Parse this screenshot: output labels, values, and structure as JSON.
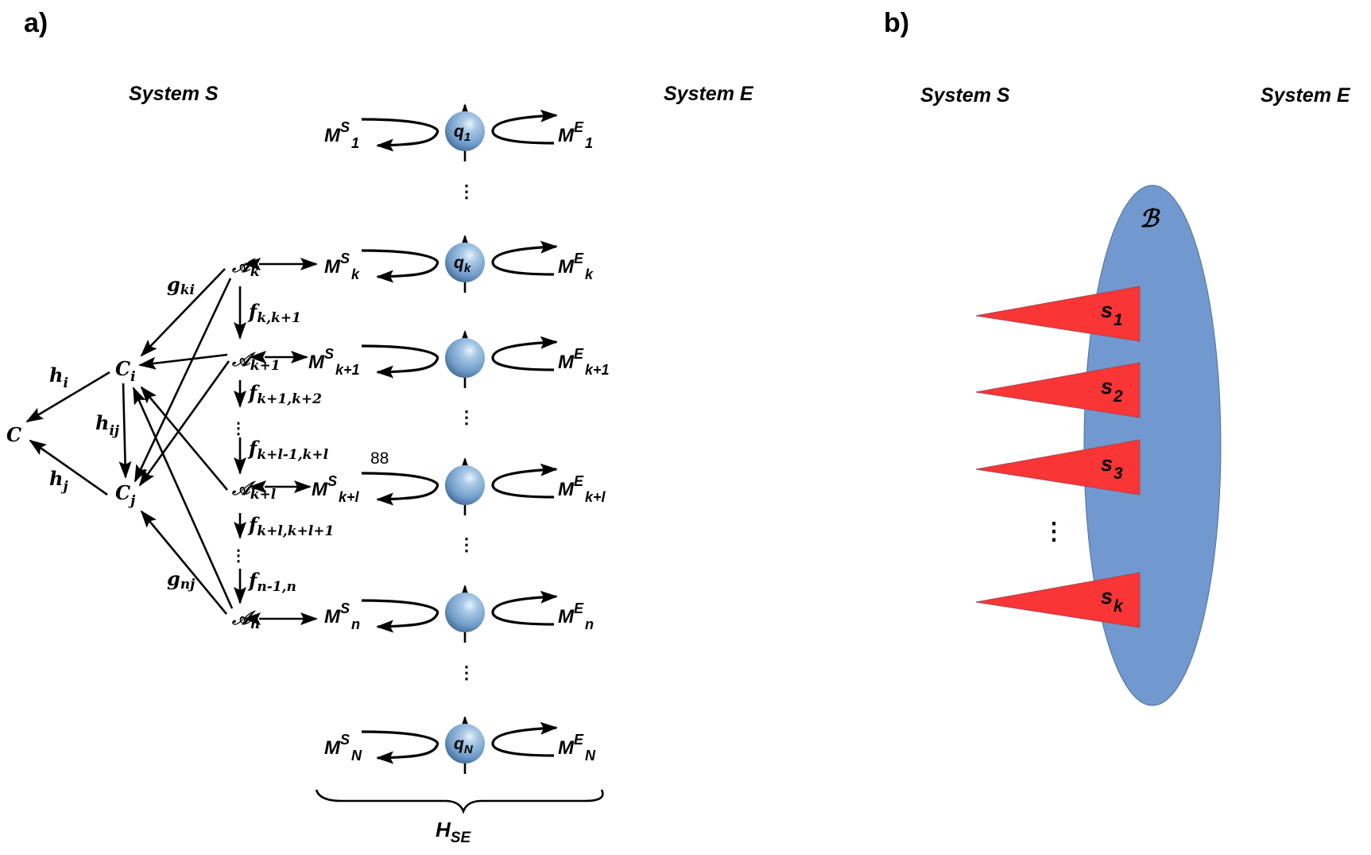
{
  "panel_a": {
    "label": "a)",
    "system_s_title": "System S",
    "system_e_title": "System E",
    "brace_label": {
      "main": "H",
      "sub": "SE"
    },
    "stray_text": "88",
    "vertical_ellipsis": "⋮",
    "qubits": [
      {
        "label_main": "q",
        "label_sub": "1",
        "ms_main": "M",
        "ms_sup": "S",
        "ms_sub": "1",
        "me_main": "M",
        "me_sup": "E",
        "me_sub": "1"
      },
      {
        "label_main": "q",
        "label_sub": "k",
        "ms_main": "M",
        "ms_sup": "S",
        "ms_sub": "k",
        "me_main": "M",
        "me_sup": "E",
        "me_sub": "k"
      },
      {
        "label_main": "",
        "label_sub": "",
        "ms_main": "M",
        "ms_sup": "S",
        "ms_sub": "k+1",
        "me_main": "M",
        "me_sup": "E",
        "me_sub": "k+1"
      },
      {
        "label_main": "",
        "label_sub": "",
        "ms_main": "M",
        "ms_sup": "S",
        "ms_sub": "k+l",
        "me_main": "M",
        "me_sup": "E",
        "me_sub": "k+l"
      },
      {
        "label_main": "",
        "label_sub": "",
        "ms_main": "M",
        "ms_sup": "S",
        "ms_sub": "n",
        "me_main": "M",
        "me_sup": "E",
        "me_sub": "n"
      },
      {
        "label_main": "q",
        "label_sub": "N",
        "ms_main": "M",
        "ms_sup": "S",
        "ms_sub": "N",
        "me_main": "M",
        "me_sup": "E",
        "me_sub": "N"
      }
    ],
    "a_nodes": [
      {
        "main": "𝒜",
        "sub": "k"
      },
      {
        "main": "𝒜",
        "sub": "k+1"
      },
      {
        "main": "𝒜",
        "sub": "k+l"
      },
      {
        "main": "𝒜",
        "sub": "n"
      }
    ],
    "f_labels": [
      {
        "main": "f",
        "sub": "k,k+1"
      },
      {
        "main": "f",
        "sub": "k+1,k+2"
      },
      {
        "main": "f",
        "sub": "k+l-1,k+l"
      },
      {
        "main": "f",
        "sub": "k+l,k+l+1"
      },
      {
        "main": "f",
        "sub": "n-1,n"
      }
    ],
    "c_nodes": {
      "c": {
        "main": "C",
        "sub": ""
      },
      "ci": {
        "main": "C",
        "sub": "i"
      },
      "cj": {
        "main": "C",
        "sub": "j"
      }
    },
    "edge_labels": {
      "hi": {
        "main": "h",
        "sub": "i"
      },
      "hj": {
        "main": "h",
        "sub": "j"
      },
      "hij": {
        "main": "h",
        "sub": "ij"
      },
      "gki": {
        "main": "g",
        "sub": "ki"
      },
      "gnj": {
        "main": "g",
        "sub": "nj"
      }
    }
  },
  "panel_b": {
    "label": "b)",
    "system_s_title": "System S",
    "system_e_title": "System E",
    "boundary_label": "ℬ",
    "vertical_ellipsis": "⋮",
    "subsystems": [
      {
        "main": "s",
        "sub": "1"
      },
      {
        "main": "s",
        "sub": "2"
      },
      {
        "main": "s",
        "sub": "3"
      },
      {
        "main": "s",
        "sub": "k"
      }
    ],
    "colors": {
      "boundary": "#7199cf",
      "subsystem": "#fa3535",
      "sphere": "#6f9bc8"
    }
  }
}
